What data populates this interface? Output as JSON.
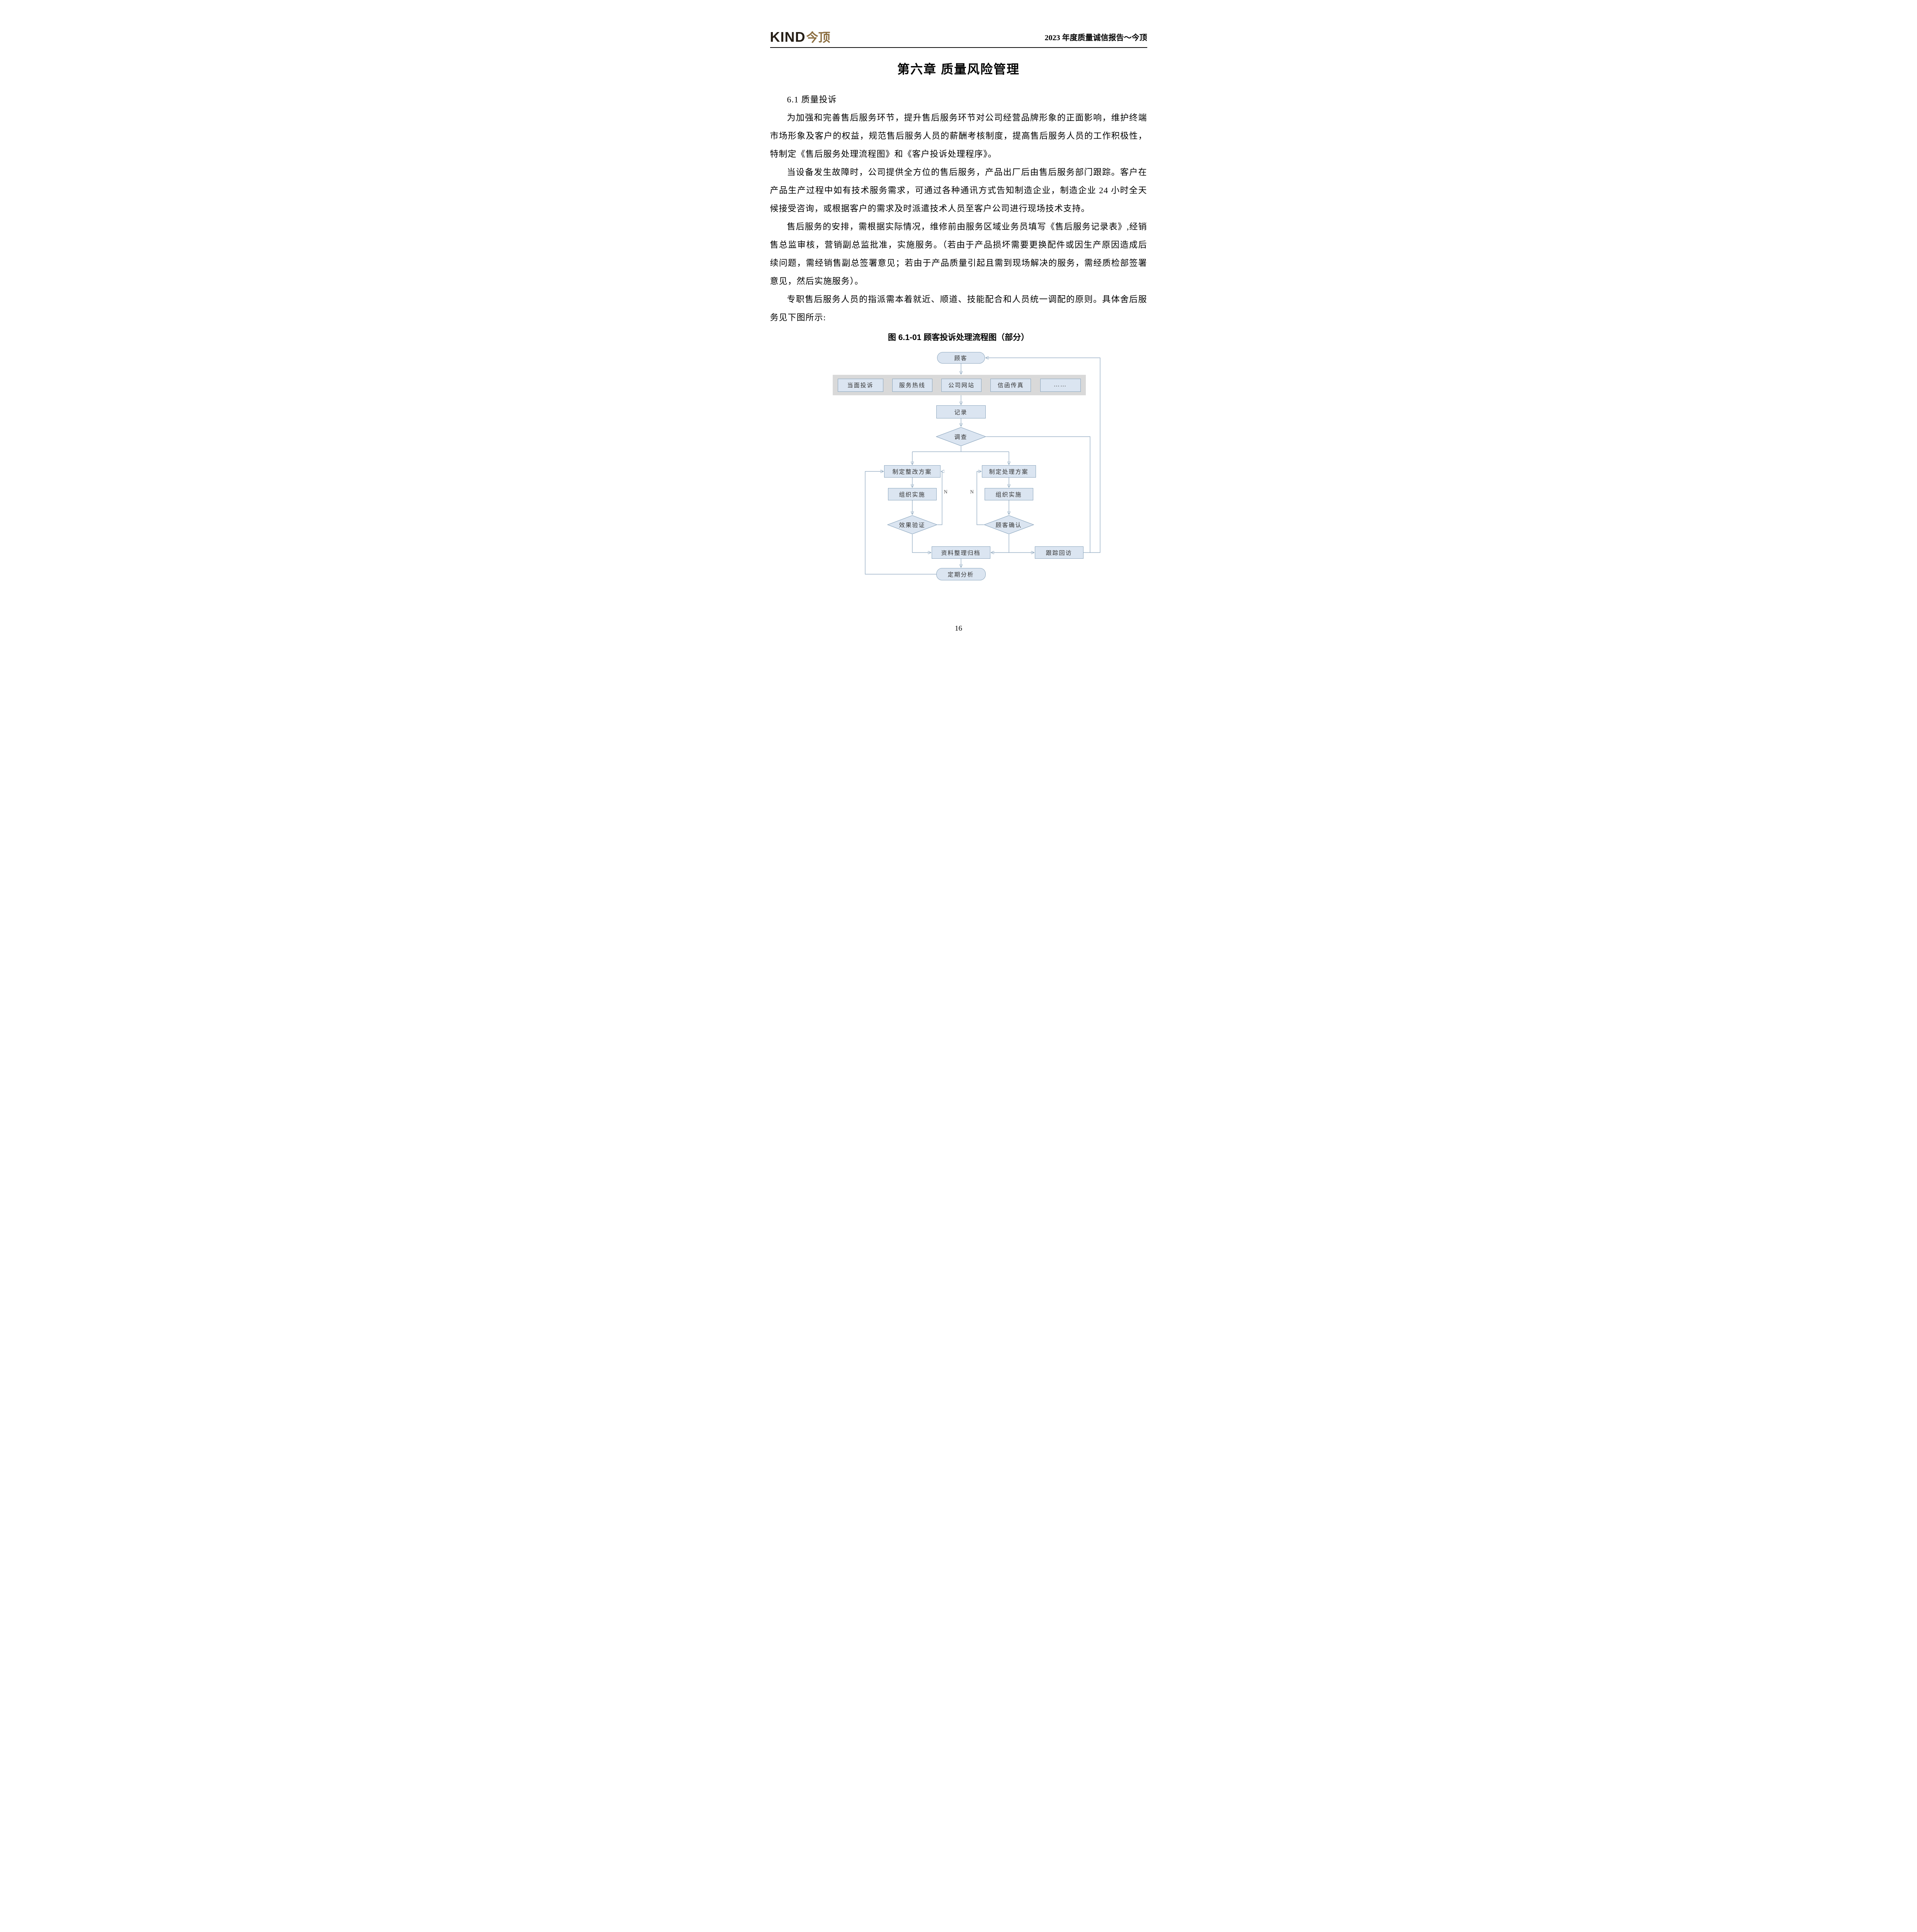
{
  "header": {
    "logo_kind": "KIND",
    "logo_jinding": "今顶",
    "report_title": "2023 年度质量诚信报告～今顶"
  },
  "chapter_title": "第六章 质量风险管理",
  "section": {
    "heading": "6.1 质量投诉",
    "paragraphs": [
      "为加强和完善售后服务环节，提升售后服务环节对公司经营品牌形象的正面影响，维护终端市场形象及客户的权益，规范售后服务人员的薪酬考核制度，提高售后服务人员的工作积极性，特制定《售后服务处理流程图》和《客户投诉处理程序》。",
      "当设备发生故障时，公司提供全方位的售后服务，产品出厂后由售后服务部门跟踪。客户在产品生产过程中如有技术服务需求，可通过各种通讯方式告知制造企业，制造企业 24 小时全天候接受咨询，或根据客户的需求及时派遣技术人员至客户公司进行现场技术支持。",
      "售后服务的安排，需根据实际情况，维修前由服务区域业务员填写《售后服务记录表》,经销售总监审核，营销副总监批准，实施服务。（若由于产品损坏需要更换配件或因生产原因造成后续问题，需经销售副总签署意见；若由于产品质量引起且需到现场解决的服务，需经质检部签署意见，然后实施服务）。",
      "专职售后服务人员的指派需本着就近、顺道、技能配合和人员统一调配的原则。具体舍后服务见下图所示:"
    ]
  },
  "figure": {
    "caption": "图 6.1-01 顾客投诉处理流程图（部分）"
  },
  "flowchart": {
    "customer": "顾客",
    "channels": [
      "当面投诉",
      "服务热线",
      "公司网站",
      "信函传真",
      "……"
    ],
    "record": "记录",
    "investigate": "调查",
    "left_plan": "制定整改方案",
    "left_implement": "组织实施",
    "left_verify": "效果验证",
    "right_plan": "制定处理方案",
    "right_implement": "组织实施",
    "right_confirm": "顾客确认",
    "archive": "资料整理归档",
    "followup": "跟踪回访",
    "analysis": "定期分析",
    "label_n_left": "N",
    "label_n_right": "N"
  },
  "colors": {
    "node_fill": "#dbe5f1",
    "node_border": "#8aa5bd",
    "band_gray": "#d9d9d9",
    "logo_gold": "#8a6c3e"
  },
  "page_number": "16"
}
